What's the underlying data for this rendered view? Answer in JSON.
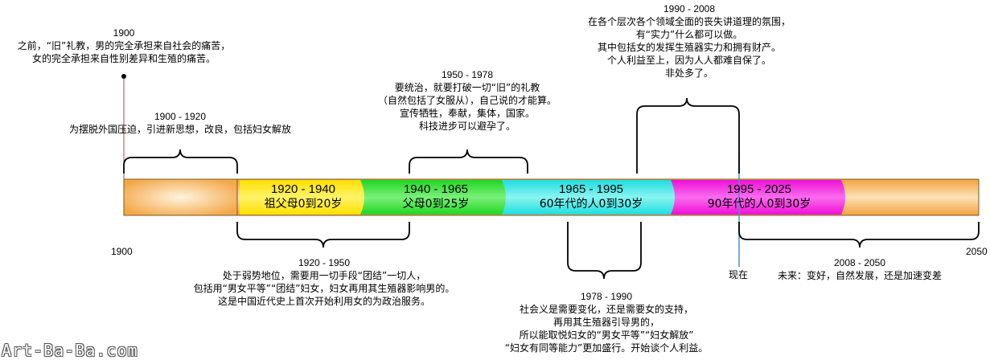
{
  "timeline": {
    "start_label": "1900",
    "end_label": "2050",
    "now_label": "现在",
    "accent_color": "#f6a94a",
    "now_line_color": "#4a90c8",
    "marker_line_color": "#b44a4a"
  },
  "segments": [
    {
      "years": "1920 - 1940",
      "desc": "祖父母0到20岁",
      "color": "#ffe81a"
    },
    {
      "years": "1940 - 1965",
      "desc": "父母0到25岁",
      "color": "#33e033"
    },
    {
      "years": "1965 - 1995",
      "desc": "60年代的人0到30岁",
      "color": "#33e6e0"
    },
    {
      "years": "1995 - 2025",
      "desc": "90年代的人0到30岁",
      "color": "#f01ad8"
    }
  ],
  "annotations": {
    "a1900": {
      "title": "1900",
      "lines": [
        "之前，“旧”礼教，男的完全承担来自社会的痛苦，",
        "女的完全承担来自性别差异和生殖的痛苦。"
      ]
    },
    "a1900_1920": {
      "title": "1900 - 1920",
      "lines": [
        "为摆脱外国压迫，引进新思想，改良，包括妇女解放"
      ]
    },
    "a1950_1978": {
      "title": "1950 - 1978",
      "lines": [
        "要统治，就要打破一切“旧”的礼教",
        "（自然包括了女服从），自己说的才能算。",
        "宣传牺牲，奉献，集体，国家。",
        "科技进步可以避孕了。"
      ]
    },
    "a1990_2008": {
      "title": "1990 - 2008",
      "lines": [
        "在各个层次各个领域全面的丧失讲道理的氛围，",
        "有“实力”什么都可以做。",
        "其中包括女的发挥生殖器实力和拥有财产。",
        "个人利益至上，因为人人都难自保了。",
        "非处多了。"
      ]
    },
    "a1920_1950": {
      "title": "1920 - 1950",
      "lines": [
        "处于弱势地位，需要用一切手段“团结”一切人，",
        "包括用“男女平等”“团结”妇女，妇女再用其生殖器影响男的。",
        "这是中国近代史上首次开始利用女的为政治服务。"
      ]
    },
    "a1978_1990": {
      "title": "1978 - 1990",
      "lines": [
        "社会义是需要变化，还是需要女的支持，",
        "再用其生殖器引导男的，",
        "所以能取悦妇女的“男女平等”“妇女解放”",
        "“妇女有同等能力”更加盛行。开始谈个人利益。"
      ]
    },
    "a2008_2050": {
      "title": "2008 - 2050",
      "lines": [
        "未来：变好，自然发展，还是加速变差"
      ]
    }
  },
  "watermark": "Art-Ba-Ba.com"
}
